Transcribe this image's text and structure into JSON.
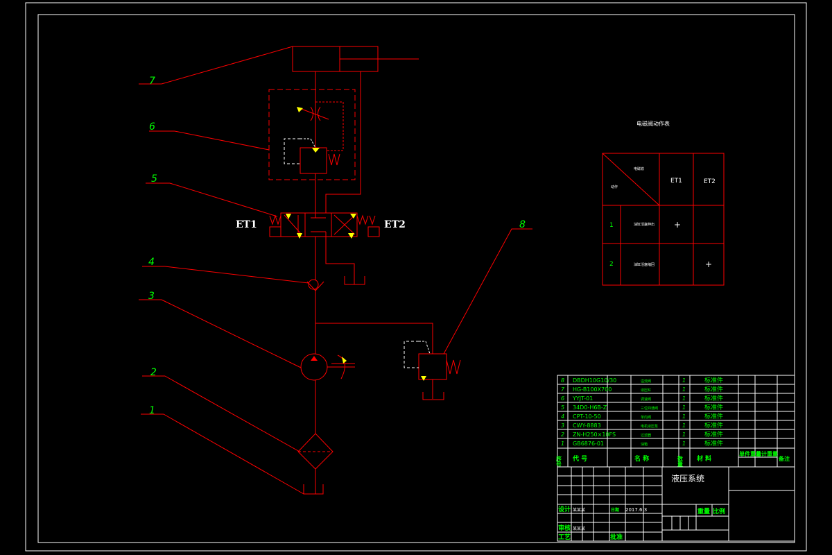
{
  "colors": {
    "frame": "#ffffff",
    "line": "#ff0000",
    "green": "#00ff00",
    "yellow": "#ffff00",
    "white": "#ffffff",
    "background": "#000000"
  },
  "leaders": {
    "l1": "1",
    "l2": "2",
    "l3": "3",
    "l4": "4",
    "l5": "5",
    "l6": "6",
    "l7": "7",
    "l8": "8"
  },
  "labels": {
    "et1": "ET1",
    "et2": "ET2"
  },
  "solenoid_table": {
    "title": "电磁阀动作表",
    "corner_top": "电磁铁",
    "corner_bottom": "动作",
    "col1": "ET1",
    "col2": "ET2",
    "row1_num": "1",
    "row1_name": "油缸活塞伸出",
    "row1_et1": "+",
    "row2_num": "2",
    "row2_name": "油缸活塞缩回",
    "row2_et2": "+"
  },
  "bom": {
    "rows": [
      {
        "no": "8",
        "code": "DBDH10G10/30",
        "name": "溢流阀",
        "qty": "1",
        "material": "标准件"
      },
      {
        "no": "7",
        "code": "HG-B100X700",
        "name": "液压缸",
        "qty": "1",
        "material": "标准件"
      },
      {
        "no": "6",
        "code": "YYJT-01",
        "name": "调速阀",
        "qty": "1",
        "material": "标准件"
      },
      {
        "no": "5",
        "code": "34D0-H6B-Z",
        "name": "三位四通阀",
        "qty": "1",
        "material": "标准件"
      },
      {
        "no": "4",
        "code": "CPT-10-50",
        "name": "单向阀",
        "qty": "1",
        "material": "标准件"
      },
      {
        "no": "3",
        "code": "CWY-8883",
        "name": "电机液压泵",
        "qty": "1",
        "material": "标准件"
      },
      {
        "no": "2",
        "code": "ZN-H250×10FS",
        "name": "过滤器",
        "qty": "1",
        "material": "标准件"
      },
      {
        "no": "1",
        "code": "GB6876-01",
        "name": "油箱",
        "qty": "1",
        "material": "标准件"
      }
    ],
    "header": {
      "seq": "序号",
      "code": "代 号",
      "name": "名 称",
      "qty": "数量",
      "material": "材 料",
      "unit_weight": "单件重量",
      "total_weight": "总计重量",
      "remarks": "备注"
    }
  },
  "title_block": {
    "drawing_title": "液压系统",
    "designer_label": "设计",
    "designer_name": "某某某",
    "date_label": "日期",
    "date_value": "2017.6.3",
    "weight_label": "重量",
    "scale_label": "比例",
    "review_label": "审核",
    "review_name": "某某某",
    "process_label": "工艺",
    "approve_label": "批准"
  }
}
